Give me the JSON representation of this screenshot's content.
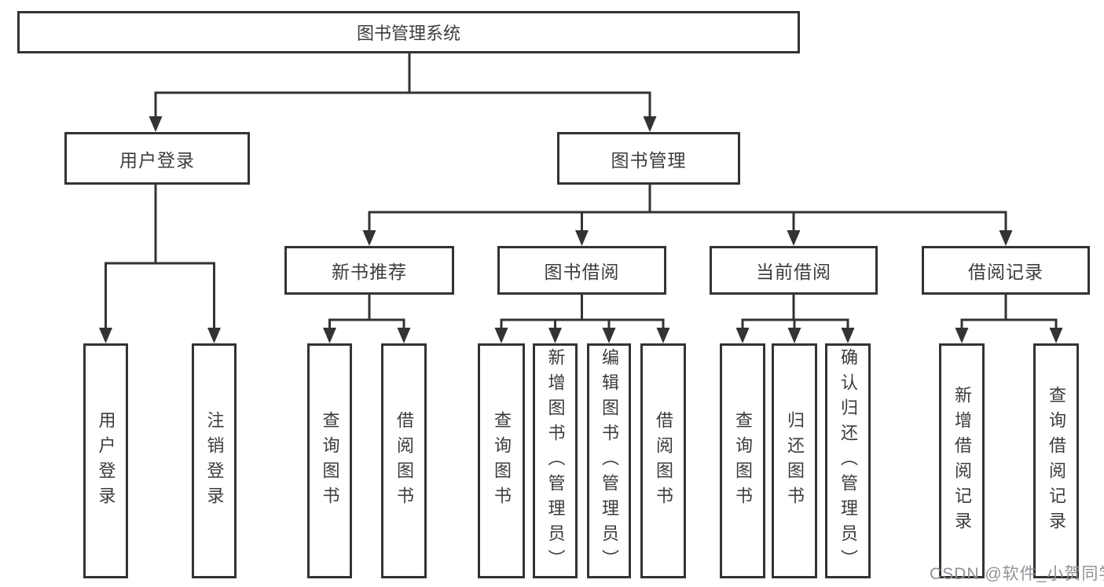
{
  "diagram": {
    "root": {
      "label": "图书管理系统"
    },
    "level2": [
      {
        "label": "用户登录"
      },
      {
        "label": "图书管理"
      }
    ],
    "level3": [
      {
        "label": "新书推荐"
      },
      {
        "label": "图书借阅"
      },
      {
        "label": "当前借阅"
      },
      {
        "label": "借阅记录"
      }
    ],
    "leaves": {
      "user_login": [
        {
          "label": "用户登录"
        },
        {
          "label": "注销登录"
        }
      ],
      "new_book_recommend": [
        {
          "label": "查询图书"
        },
        {
          "label": "借阅图书"
        }
      ],
      "book_borrow": [
        {
          "label": "查询图书"
        },
        {
          "label": "新增图书（管理员）"
        },
        {
          "label": "编辑图书（管理员）"
        },
        {
          "label": "借阅图书"
        }
      ],
      "current_borrow": [
        {
          "label": "查询图书"
        },
        {
          "label": "归还图书"
        },
        {
          "label": "确认归还（管理员）"
        }
      ],
      "borrow_records": [
        {
          "label": "新增借阅记录"
        },
        {
          "label": "查询借阅记录"
        }
      ]
    },
    "watermark": "CSDN @软件_小贺同学",
    "colors": {
      "line": "#333333",
      "text": "#3c3c3c",
      "watermark": "#8f9297",
      "background": "#ffffff"
    }
  }
}
